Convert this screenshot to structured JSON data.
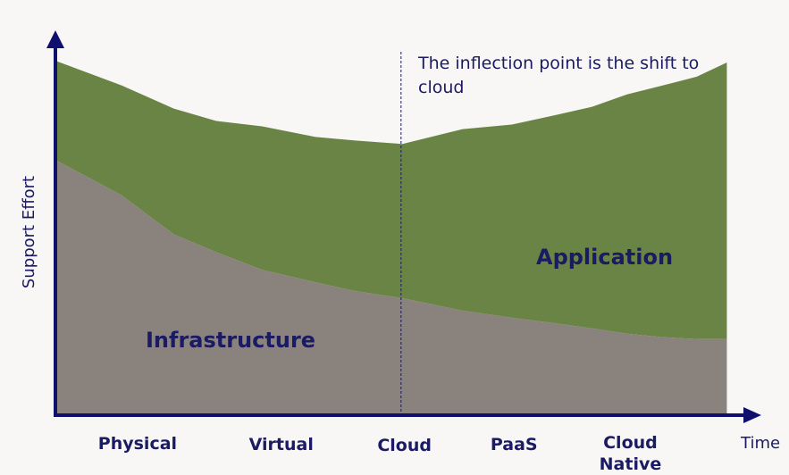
{
  "chart_data": {
    "type": "area",
    "title": "",
    "xlabel": "Time",
    "ylabel": "Support Effort",
    "x_numeric": [
      0,
      0.97,
      1.73,
      2.35,
      3.02,
      3.8,
      4.38,
      5.07,
      5.95,
      6.67,
      7.27,
      7.84,
      8.35,
      8.87,
      9.37,
      9.81
    ],
    "categories": [
      {
        "label": "Physical",
        "x": 1.2
      },
      {
        "label": "Virtual",
        "x": 3.3
      },
      {
        "label": "Cloud",
        "x": 5.1
      },
      {
        "label": "PaaS",
        "x": 6.7
      },
      {
        "label": "Cloud Native",
        "x": 8.4
      }
    ],
    "xlim": [
      0,
      10
    ],
    "ylim": [
      0,
      10
    ],
    "series": [
      {
        "name": "Infrastructure",
        "color": "#8a827d",
        "values": [
          7.2,
          6.2,
          5.1,
          4.6,
          4.1,
          3.75,
          3.5,
          3.3,
          2.95,
          2.75,
          2.6,
          2.45,
          2.3,
          2.2,
          2.15,
          2.15
        ]
      },
      {
        "name": "Application",
        "color": "#6a8445",
        "values": [
          2.8,
          3.1,
          3.55,
          3.7,
          4.05,
          4.1,
          4.25,
          4.35,
          5.12,
          5.45,
          5.85,
          6.25,
          6.75,
          7.1,
          7.4,
          7.8
        ]
      }
    ],
    "totals": [
      10.0,
      9.3,
      8.65,
      8.3,
      8.15,
      7.85,
      7.75,
      7.65,
      8.07,
      8.2,
      8.45,
      8.7,
      9.05,
      9.3,
      9.55,
      9.95
    ],
    "annotation": {
      "text_line1": "The inflection point is the shift to",
      "text_line2": "cloud",
      "x": 5.05
    },
    "legend": "none",
    "grid": false
  }
}
